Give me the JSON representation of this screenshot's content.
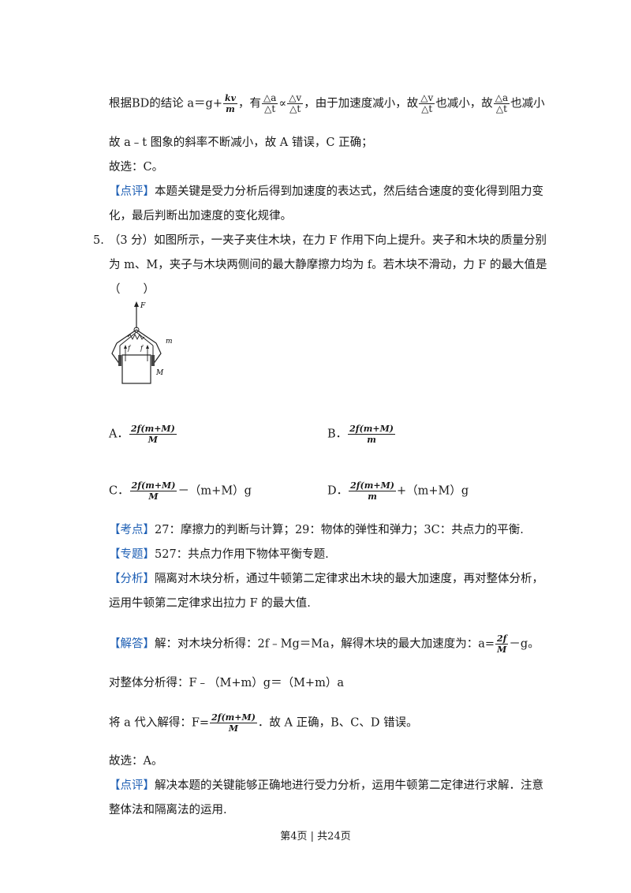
{
  "prev": {
    "line1_a": "根据BD的结论 a＝g+",
    "line1_b": "，有",
    "line1_c": "∝",
    "line1_d": "，由于加速度减小，故",
    "line1_e": "也减小，故",
    "line1_f": "也减小",
    "frac_kv_num": "kv",
    "frac_kv_den": "m",
    "delta_a_num": "△a",
    "delta_t_den": "△t",
    "delta_v_num": "△v",
    "line2": "故 a﹣t 图象的斜率不断减小，故 A 错误，C 正确；",
    "line3": "故选：C。",
    "review_tag": "【点评】",
    "review_text1": "本题关键是受力分析后得到加速度的表达式，然后结合速度的变化得到阻力变",
    "review_text2": "化，最后判断出加速度的变化规律。"
  },
  "question": {
    "number": "5.",
    "text1": "（3 分）如图所示，一夹子夹住木块，在力 F 作用下向上提升。夹子和木块的质量分别",
    "text2": "为 m、M，夹子与木块两侧间的最大静摩擦力均为 f。若木块不滑动，力 F 的最大值是",
    "text3": "（　　）",
    "figure_labels": {
      "F": "F",
      "m": "m",
      "M": "M",
      "f_left": "f",
      "f_right": "f"
    }
  },
  "options": {
    "A_label": "A．",
    "A_num": "2f(m+M)",
    "A_den": "M",
    "B_label": "B．",
    "B_num": "2f(m+M)",
    "B_den": "m",
    "C_label": "C．",
    "C_num": "2f(m+M)",
    "C_den": "M",
    "C_tail": "－（m+M）g",
    "D_label": "D．",
    "D_num": "2f(m+M)",
    "D_den": "m",
    "D_tail": "+（m+M）g"
  },
  "analysis": {
    "kaodian_tag": "【考点】",
    "kaodian_text": "27：摩擦力的判断与计算；29：物体的弹性和弹力；3C：共点力的平衡.",
    "zhuanti_tag": "【专题】",
    "zhuanti_text": "527：共点力作用下物体平衡专题.",
    "fenxi_tag": "【分析】",
    "fenxi_text1": "隔离对木块分析，通过牛顿第二定律求出木块的最大加速度，再对整体分析，",
    "fenxi_text2": "运用牛顿第二定律求出拉力 F 的最大值.",
    "jieda_tag": "【解答】",
    "jieda_text1a": "解：对木块分析得：2f﹣Mg＝Ma，解得木块的最大加速度为：a=",
    "jieda_frac_num": "2f",
    "jieda_frac_den": "M",
    "jieda_text1b": "－g。",
    "jieda_text2": "对整体分析得：F﹣（M+m）g＝（M+m）a",
    "jieda_text3a": "将 a 代入解得：F=",
    "jieda_frac2_num": "2f(m+M)",
    "jieda_frac2_den": "M",
    "jieda_text3b": "．故 A 正确，B、C、D 错误。",
    "jieda_text4": "故选：A。",
    "dianping_tag": "【点评】",
    "dianping_text1": "解决本题的关键能够正确地进行受力分析，运用牛顿第二定律进行求解．注意",
    "dianping_text2": "整体法和隔离法的运用."
  },
  "footer": {
    "text": "第4页 | 共24页"
  }
}
